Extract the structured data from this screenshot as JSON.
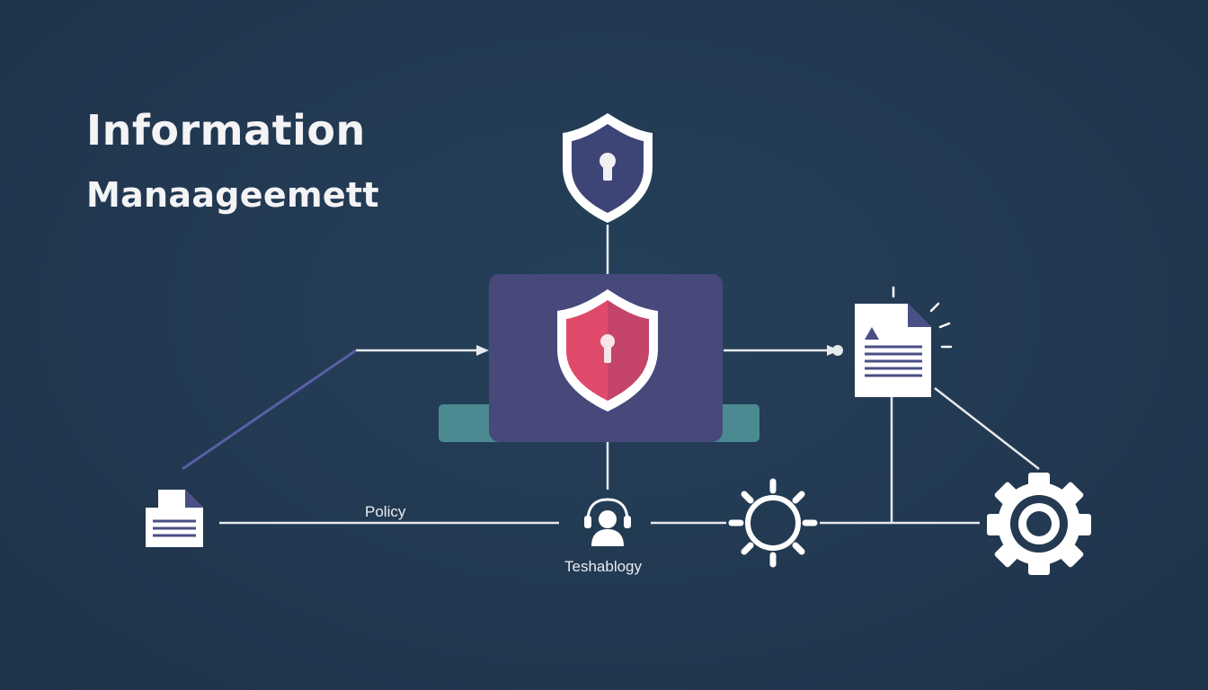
{
  "title": {
    "line1": "Information",
    "line2": "Manaageemett"
  },
  "labels": {
    "policy": "Policy",
    "technology": "Teshablogy"
  },
  "colors": {
    "background": "#233a52",
    "central_panel": "#46497a",
    "base_bar": "#4a8a90",
    "shield_top": "#3d4577",
    "shield_center": "#e04a6a",
    "line": "#e6e9ee",
    "accent_line": "#5b5ea6"
  },
  "icons": [
    "shield-lock-icon",
    "shield-lock-icon",
    "document-icon",
    "document-icon",
    "user-headset-icon",
    "gear-icon",
    "gear-icon"
  ]
}
